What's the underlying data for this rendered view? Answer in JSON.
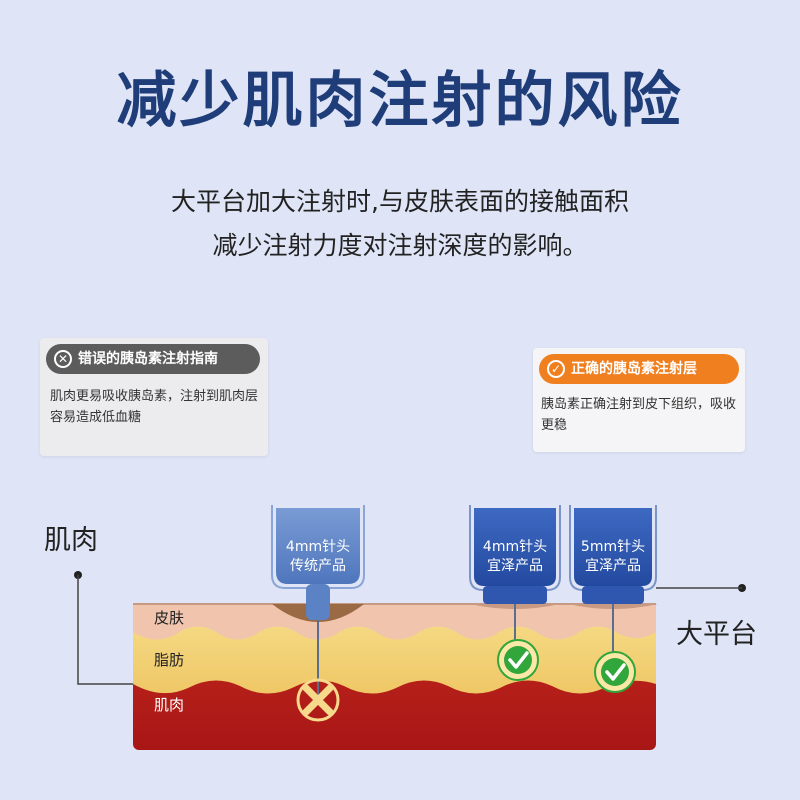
{
  "title": "减少肌肉注射的风险",
  "subtitle": {
    "line1": "大平台加大注射时,与皮肤表面的接触面积",
    "line2": "减少注射力度对注射深度的影响。"
  },
  "wrong_card": {
    "badge": "错误的胰岛素注射指南",
    "text": "肌肉更易吸收胰岛素，注射到肌肉层容易造成低血糖"
  },
  "right_card": {
    "badge": "正确的胰岛素注射层",
    "text": "胰岛素正确注射到皮下组织，吸收更稳"
  },
  "labels": {
    "muscle_pointer": "肌肉",
    "platform_pointer": "大平台"
  },
  "layers": {
    "skin": "皮肤",
    "fat": "脂肪",
    "muscle": "肌肉"
  },
  "needles": [
    {
      "line1": "4mm针头",
      "line2": "传统产品"
    },
    {
      "line1": "4mm针头",
      "line2": "宜泽产品"
    },
    {
      "line1": "5mm针头",
      "line2": "宜泽产品"
    }
  ],
  "colors": {
    "title": "#1f3d79",
    "needle_traditional": "#5b82c4",
    "needle_yize": "#2f57b0",
    "skin": "#f1c4ae",
    "fat": "#f4d77a",
    "muscle": "#b51a1a",
    "check": "#31a63a"
  },
  "icons": {
    "wrong": "cross-circle-icon",
    "right": "check-circle-icon"
  }
}
